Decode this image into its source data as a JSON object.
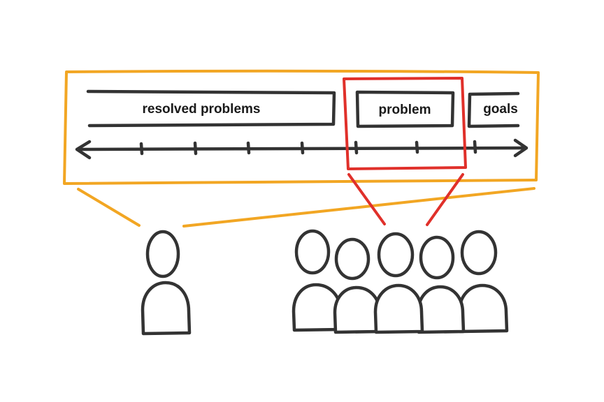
{
  "labels": {
    "resolved": "resolved problems",
    "problem": "problem",
    "goals": "goals"
  },
  "colors": {
    "ink": "#333333",
    "timeline_frame": "#f2a623",
    "focus_frame": "#e0302a",
    "background": "#ffffff"
  },
  "icons": {
    "timeline_start": "left-arrow-icon",
    "timeline_end": "right-arrow-icon",
    "single_person": "person-icon",
    "group": "people-group-icon"
  },
  "group_size": 5
}
